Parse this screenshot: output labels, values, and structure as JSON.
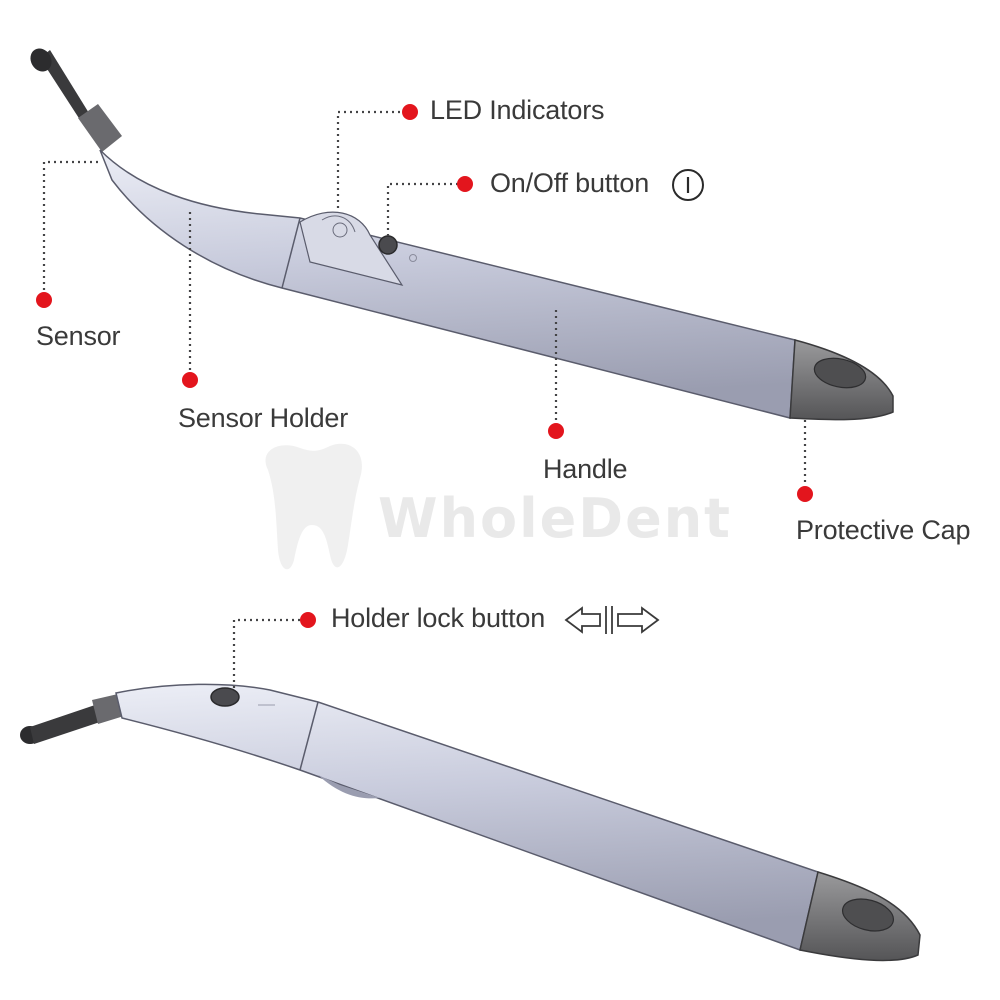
{
  "labels": {
    "led_indicators": "LED Indicators",
    "on_off_button": "On/Off button",
    "sensor": "Sensor",
    "sensor_holder": "Sensor Holder",
    "handle": "Handle",
    "protective_cap": "Protective Cap",
    "holder_lock_button": "Holder lock button"
  },
  "watermark": "WholeDent",
  "icons": {
    "power": "power-symbol-icon",
    "lock_arrows": "double-arrow-lock-icon"
  },
  "colors": {
    "dot": "#e3151d",
    "text": "#3a3a3a",
    "body": "#c4c7d8",
    "cap": "#6e6e70",
    "watermark": "#e9e9e9"
  }
}
